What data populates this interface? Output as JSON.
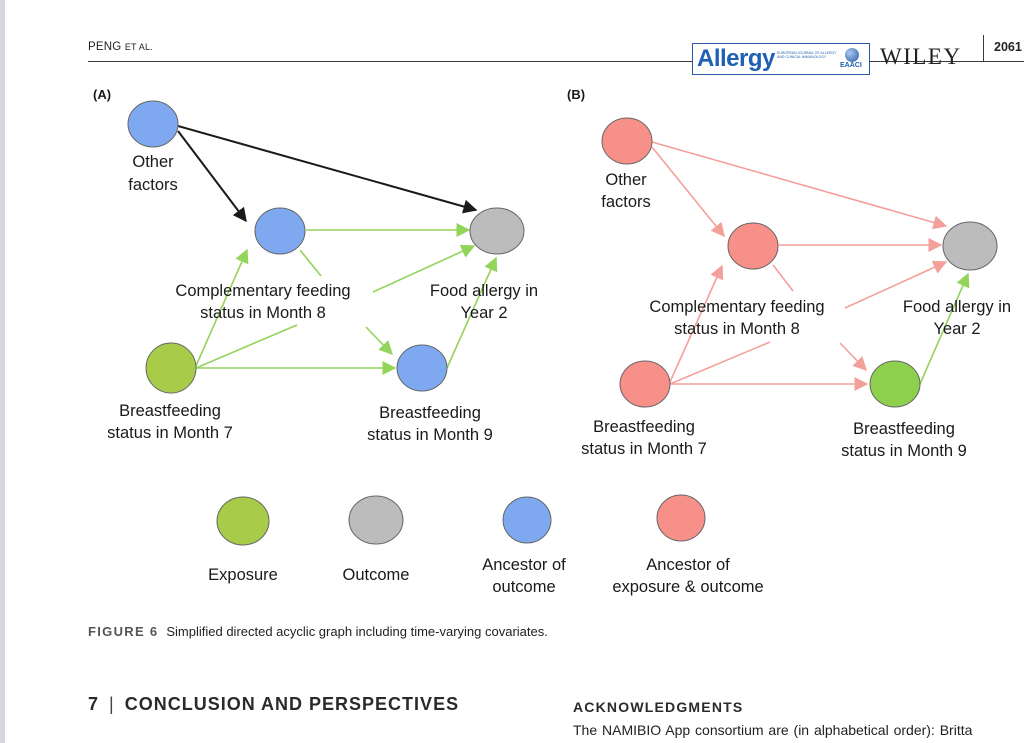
{
  "header": {
    "author": "PENG",
    "author_suffix": "ET AL.",
    "journal": "Allergy",
    "journal_sub": "EUROPEAN JOURNAL OF ALLERGY AND CLINICAL IMMUNOLOGY",
    "society": "EAACI",
    "publisher": "WILEY",
    "page": "2061"
  },
  "colors": {
    "exposure": "#a8cc4a",
    "outcome": "#bcbcbc",
    "ancestor_outcome": "#7ea9f0",
    "ancestor_both": "#f8908a",
    "breastfeeding_m9_b": "#8cd04e",
    "node_stroke": "#666666",
    "edge_black": "#1a1a1a",
    "edge_green": "#93d45a",
    "edge_pink": "#f4a09a"
  },
  "figure": {
    "panels": [
      {
        "id": "A",
        "label": "(A)",
        "nodes": [
          {
            "id": "other",
            "text": [
              "Other",
              "factors"
            ],
            "role": "ancestor_outcome"
          },
          {
            "id": "comp",
            "text": [
              "Complementary feeding",
              "status in Month 8"
            ],
            "role": "ancestor_outcome"
          },
          {
            "id": "food",
            "text": [
              "Food allergy in",
              "Year 2"
            ],
            "role": "outcome"
          },
          {
            "id": "bf7",
            "text": [
              "Breastfeeding",
              "status in Month 7"
            ],
            "role": "exposure"
          },
          {
            "id": "bf9",
            "text": [
              "Breastfeeding",
              "status in Month 9"
            ],
            "role": "ancestor_outcome"
          }
        ]
      },
      {
        "id": "B",
        "label": "(B)",
        "nodes": [
          {
            "id": "other",
            "text": [
              "Other",
              "factors"
            ],
            "role": "ancestor_both"
          },
          {
            "id": "comp",
            "text": [
              "Complementary feeding",
              "status in Month 8"
            ],
            "role": "ancestor_both"
          },
          {
            "id": "food",
            "text": [
              "Food allergy in",
              "Year 2"
            ],
            "role": "outcome"
          },
          {
            "id": "bf7",
            "text": [
              "Breastfeeding",
              "status in Month 7"
            ],
            "role": "ancestor_both"
          },
          {
            "id": "bf9",
            "text": [
              "Breastfeeding",
              "status in Month 9"
            ],
            "role": "exposure_b"
          }
        ]
      }
    ],
    "legend": [
      {
        "role": "exposure",
        "text": [
          "Exposure"
        ]
      },
      {
        "role": "outcome",
        "text": [
          "Outcome"
        ]
      },
      {
        "role": "ancestor_outcome",
        "text": [
          "Ancestor of",
          "outcome"
        ]
      },
      {
        "role": "ancestor_both",
        "text": [
          "Ancestor of",
          "exposure & outcome"
        ]
      }
    ],
    "caption_label": "FIGURE 6",
    "caption_text": "Simplified directed acyclic graph including time-varying covariates."
  },
  "section": {
    "number": "7",
    "separator": "|",
    "title": "CONCLUSION AND PERSPECTIVES"
  },
  "acknowledgments": {
    "title": "ACKNOWLEDGMENTS",
    "text": "The NAMIBIO App consortium are (in alphabetical order): Britta"
  }
}
